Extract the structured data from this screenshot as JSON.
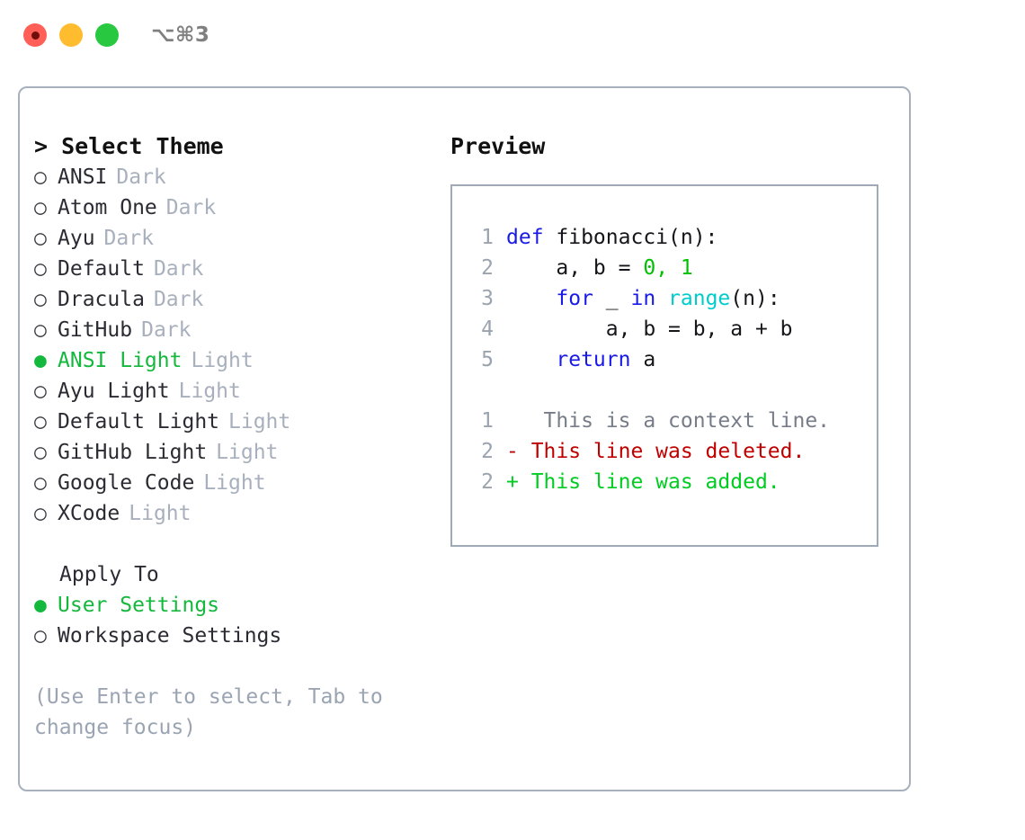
{
  "window": {
    "title": "⌥⌘3",
    "controls": [
      {
        "name": "close-button",
        "color": "#ff5f57"
      },
      {
        "name": "minimize-button",
        "color": "#febc2e"
      },
      {
        "name": "maximize-button",
        "color": "#28c840"
      }
    ]
  },
  "theme_picker": {
    "heading": "> Select Theme",
    "marker_unselected": "○",
    "marker_selected": "●",
    "options": [
      {
        "label": "ANSI",
        "badge": "Dark",
        "selected": false
      },
      {
        "label": "Atom One",
        "badge": "Dark",
        "selected": false
      },
      {
        "label": "Ayu",
        "badge": "Dark",
        "selected": false
      },
      {
        "label": "Default",
        "badge": "Dark",
        "selected": false
      },
      {
        "label": "Dracula",
        "badge": "Dark",
        "selected": false
      },
      {
        "label": "GitHub",
        "badge": "Dark",
        "selected": false
      },
      {
        "label": "ANSI Light",
        "badge": "Light",
        "selected": true
      },
      {
        "label": "Ayu Light",
        "badge": "Light",
        "selected": false
      },
      {
        "label": "Default Light",
        "badge": "Light",
        "selected": false
      },
      {
        "label": "GitHub Light",
        "badge": "Light",
        "selected": false
      },
      {
        "label": "Google Code",
        "badge": "Light",
        "selected": false
      },
      {
        "label": "XCode",
        "badge": "Light",
        "selected": false
      }
    ]
  },
  "apply_to": {
    "heading": "Apply To",
    "options": [
      {
        "label": "User Settings",
        "selected": true
      },
      {
        "label": "Workspace Settings",
        "selected": false
      }
    ]
  },
  "hint": "(Use Enter to select, Tab to change focus)",
  "preview": {
    "title": "Preview",
    "code_lines": [
      {
        "no": "1",
        "tokens": [
          {
            "t": "def",
            "c": "kw"
          },
          {
            "t": " fibonacci(n):",
            "c": "plain"
          }
        ]
      },
      {
        "no": "2",
        "tokens": [
          {
            "t": "    a, b = ",
            "c": "plain"
          },
          {
            "t": "0",
            "c": "num"
          },
          {
            "t": ", ",
            "c": "num"
          },
          {
            "t": "1",
            "c": "num"
          }
        ]
      },
      {
        "no": "3",
        "tokens": [
          {
            "t": "    ",
            "c": "plain"
          },
          {
            "t": "for",
            "c": "kw"
          },
          {
            "t": " _ ",
            "c": "plain"
          },
          {
            "t": "in",
            "c": "kw"
          },
          {
            "t": " ",
            "c": "plain"
          },
          {
            "t": "range",
            "c": "fn"
          },
          {
            "t": "(n):",
            "c": "plain"
          }
        ]
      },
      {
        "no": "4",
        "tokens": [
          {
            "t": "        a, b = b, a + b",
            "c": "plain"
          }
        ]
      },
      {
        "no": "5",
        "tokens": [
          {
            "t": "    ",
            "c": "plain"
          },
          {
            "t": "return",
            "c": "kw"
          },
          {
            "t": " a",
            "c": "plain"
          }
        ]
      }
    ],
    "diff_lines": [
      {
        "no": "1",
        "marker": " ",
        "text": "  This is a context line.",
        "kind": "ctx"
      },
      {
        "no": "2",
        "marker": "-",
        "text": " This line was deleted.",
        "kind": "del"
      },
      {
        "no": "2",
        "marker": "+",
        "text": " This line was added.",
        "kind": "add"
      }
    ]
  },
  "colors": {
    "accent_green": "#14b83c",
    "keyword_blue": "#1a1ae6",
    "number_green": "#00c000",
    "builtin_cyan": "#00cccc",
    "diff_delete_red": "#c00000",
    "diff_add_green": "#00cc22",
    "muted_gray": "#a8b0bd",
    "border_gray": "#a7b0bd"
  }
}
